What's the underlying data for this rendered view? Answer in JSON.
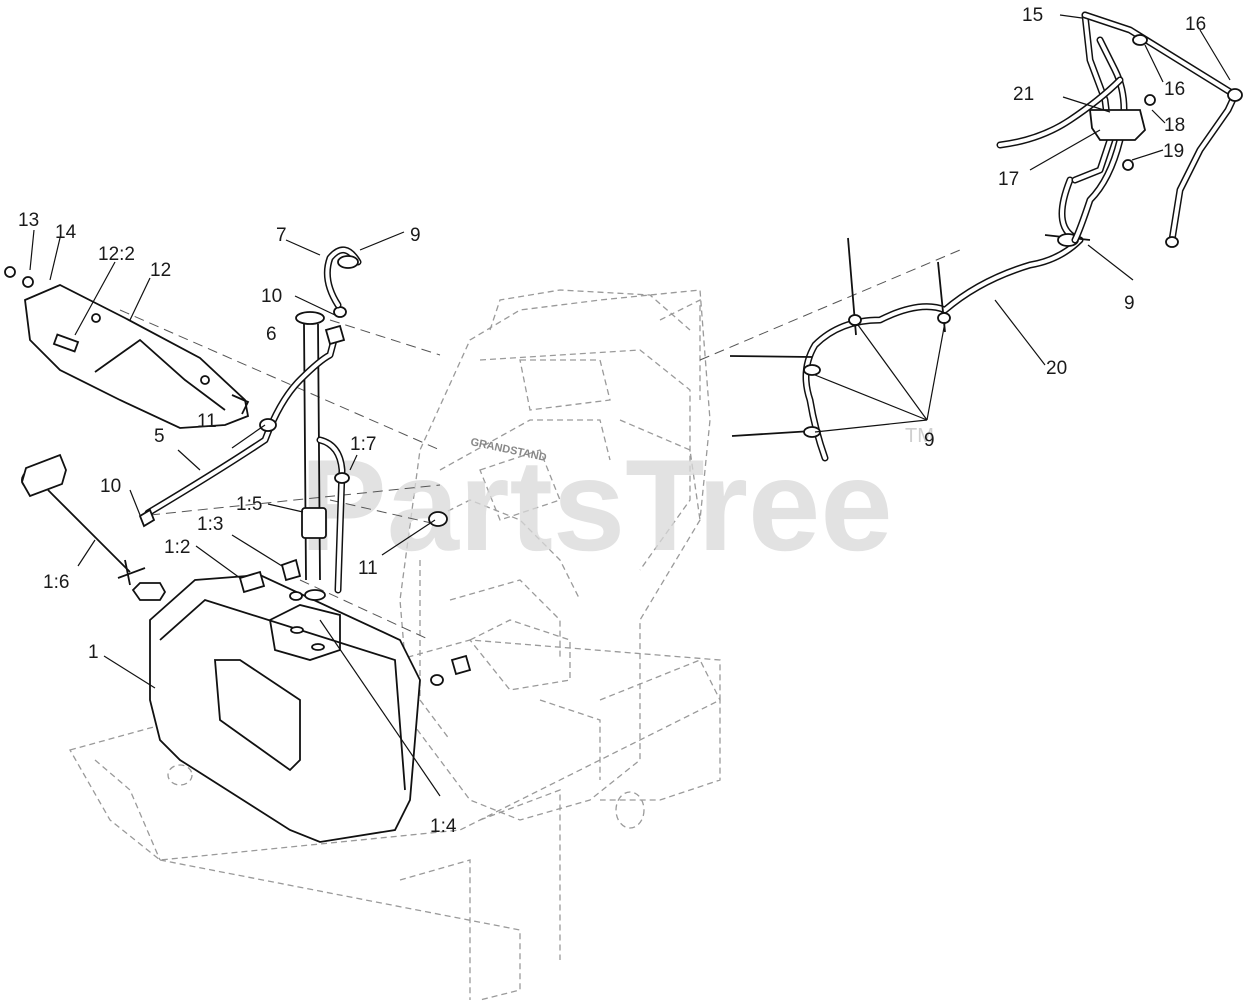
{
  "watermark": {
    "text": "PartsTree",
    "trademark": "TM"
  },
  "frame_logo": "GRANDSTAND",
  "callouts": [
    {
      "id": "c1",
      "text": "1"
    },
    {
      "id": "c1_2",
      "text": "1:2"
    },
    {
      "id": "c1_3",
      "text": "1:3"
    },
    {
      "id": "c1_4",
      "text": "1:4"
    },
    {
      "id": "c1_5",
      "text": "1:5"
    },
    {
      "id": "c1_6",
      "text": "1:6"
    },
    {
      "id": "c1_7",
      "text": "1:7"
    },
    {
      "id": "c5",
      "text": "5"
    },
    {
      "id": "c6",
      "text": "6"
    },
    {
      "id": "c7",
      "text": "7"
    },
    {
      "id": "c9a",
      "text": "9"
    },
    {
      "id": "c9b",
      "text": "9"
    },
    {
      "id": "c9c",
      "text": "9"
    },
    {
      "id": "c10a",
      "text": "10"
    },
    {
      "id": "c10b",
      "text": "10"
    },
    {
      "id": "c11a",
      "text": "11"
    },
    {
      "id": "c11b",
      "text": "11"
    },
    {
      "id": "c12",
      "text": "12"
    },
    {
      "id": "c12_2",
      "text": "12:2"
    },
    {
      "id": "c13",
      "text": "13"
    },
    {
      "id": "c14",
      "text": "14"
    },
    {
      "id": "c15",
      "text": "15"
    },
    {
      "id": "c16a",
      "text": "16"
    },
    {
      "id": "c16b",
      "text": "16"
    },
    {
      "id": "c17",
      "text": "17"
    },
    {
      "id": "c18",
      "text": "18"
    },
    {
      "id": "c19",
      "text": "19"
    },
    {
      "id": "c20",
      "text": "20"
    },
    {
      "id": "c21",
      "text": "21"
    }
  ]
}
